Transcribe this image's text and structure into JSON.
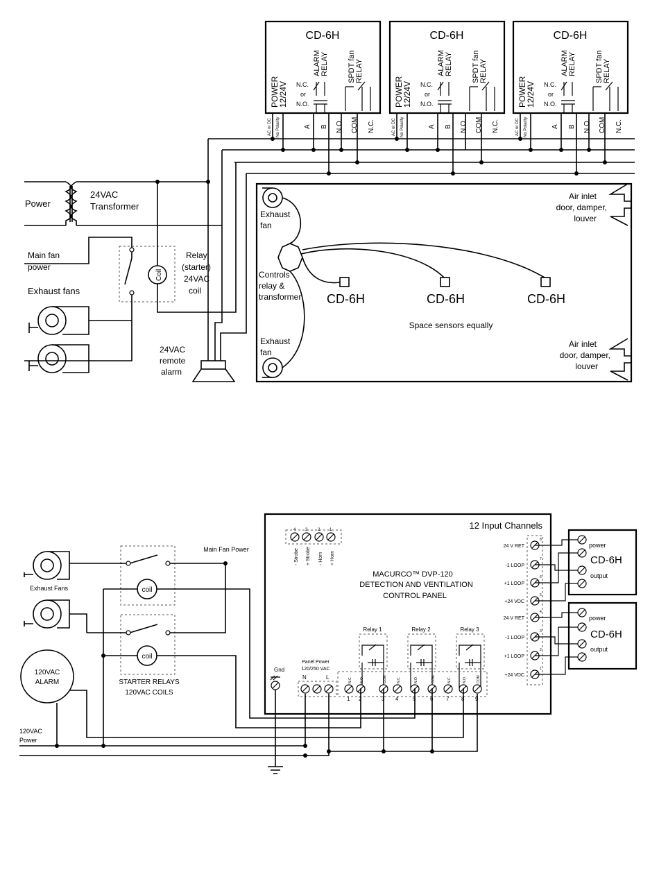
{
  "diagram1": {
    "controllers": [
      {
        "title": "CD-6H"
      },
      {
        "title": "CD-6H"
      },
      {
        "title": "CD-6H"
      }
    ],
    "controller_labels": {
      "power": "POWER",
      "power_v": "12/24V",
      "alarm": "ALARM",
      "alarm_relay": "RELAY",
      "spdt": "SPDT fan",
      "spdt_relay": "RELAY",
      "nc": "N.C.",
      "or": "or",
      "no": "N.O.",
      "ac_dc": "AC or DC",
      "no_polarity": "No Polarity",
      "t_a": "A",
      "t_b": "B",
      "t_no": "N.O.",
      "t_com": "COM",
      "t_nc": "N.C."
    },
    "left": {
      "power": "Power",
      "transformer_1": "24VAC",
      "transformer_2": "Transformer",
      "main_fan_1": "Main fan",
      "main_fan_2": "power",
      "exhaust_fans": "Exhaust fans",
      "coil": "Coil",
      "relay_1": "Relay",
      "relay_2": "(starter)",
      "relay_3": "24VAC",
      "relay_4": "coil",
      "alarm_1": "24VAC",
      "alarm_2": "remote",
      "alarm_3": "alarm"
    },
    "room": {
      "exhaust_top_1": "Exhaust",
      "exhaust_top_2": "fan",
      "controls_1": "Controls",
      "controls_2": "relay &",
      "controls_3": "transformer",
      "exhaust_bot_1": "Exhaust",
      "exhaust_bot_2": "fan",
      "sensor_1": "CD-6H",
      "sensor_2": "CD-6H",
      "sensor_3": "CD-6H",
      "spacing": "Space sensors equally",
      "air_top_1": "Air inlet",
      "air_top_2": "door, damper,",
      "air_top_3": "louver",
      "air_bot_1": "Air inlet",
      "air_bot_2": "door, damper,",
      "air_bot_3": "louver"
    }
  },
  "diagram2": {
    "panel": {
      "channels": "12 Input Channels",
      "name_1": "MACURCO™ DVP-120",
      "name_2": "DETECTION AND VENTILATION",
      "name_3": "CONTROL PANEL",
      "strobe_terms": [
        "- Strobe",
        "+ Strobe",
        "- Horn",
        "+ Horn"
      ],
      "strobe_nums": [
        "4",
        "3",
        "2",
        "1"
      ],
      "inputs": [
        "24 V RET",
        "-1 LOOP",
        "+1 LOOP",
        "+24 VDC",
        "24 V RET",
        "-1 LOOP",
        "+1 LOOP",
        "+24 VDC"
      ],
      "input_nums": [
        "8",
        "7",
        "6",
        "5",
        "4",
        "3",
        "2",
        "1"
      ],
      "relay_1": "Relay 1",
      "relay_2": "Relay 2",
      "relay_3": "Relay 3",
      "panel_power_1": "Panel Power",
      "panel_power_2": "120/250 VAC",
      "n": "N",
      "l": "L",
      "gnd": "Gnd",
      "relay_terms": [
        "N.C.",
        "N.O.",
        "COM",
        "N.C.",
        "N.O.",
        "COM",
        "N.C.",
        "N.O.",
        "COM"
      ],
      "relay_nums": [
        "1",
        "2",
        "3",
        "4",
        "5",
        "6",
        "7",
        "8",
        "9"
      ]
    },
    "sensors": [
      {
        "title": "CD-6H",
        "power": "power",
        "output": "output"
      },
      {
        "title": "CD-6H",
        "power": "power",
        "output": "output"
      }
    ],
    "left": {
      "main_fan_power": "Main Fan Power",
      "exhaust_fans": "Exhaust Fans",
      "coil_1": "coil",
      "coil_2": "coil",
      "starter_1": "STARTER RELAYS",
      "starter_2": "120VAC COILS",
      "alarm_1": "120VAC",
      "alarm_2": "ALARM",
      "power_1": "120VAC",
      "power_2": "Power"
    }
  }
}
